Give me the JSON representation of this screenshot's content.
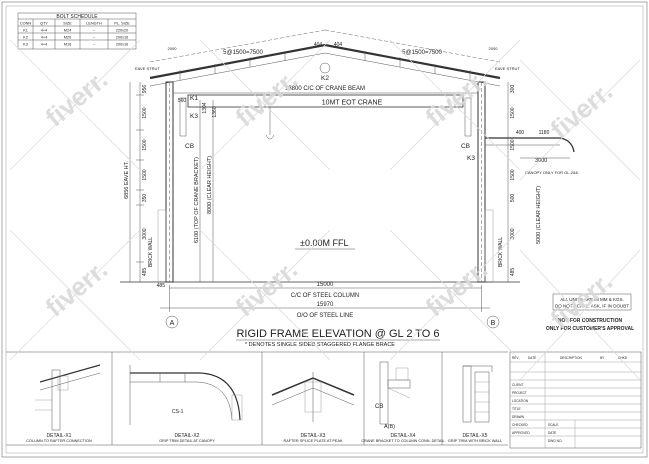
{
  "bolt_schedule": {
    "title": "BOLT SCHEDULE",
    "headers": [
      "CONN",
      "QTY",
      "SIZE",
      "LENGTH",
      "PL. SIZE"
    ],
    "rows": [
      [
        "K1",
        "4+4",
        "M24",
        "--",
        "220x20"
      ],
      [
        "K2",
        "4+4",
        "M20",
        "--",
        "200x16"
      ],
      [
        "K3",
        "4+4",
        "M16",
        "--",
        "200x16"
      ]
    ]
  },
  "elevation": {
    "purlin_left": "5@1500=7500",
    "purlin_right": "5@1500=7500",
    "ridge_dims": [
      "404",
      "404"
    ],
    "crane_beam": "13800 C/C OF CRANE BEAM",
    "crane": "10MT  EOT CRANE",
    "ffl": "±0.00M FFL",
    "span_cc": "15000",
    "span_cc_label": "C/C OF STEEL COLUMN",
    "span_oo": "15970",
    "span_oo_label": "O/O OF STEEL LINE",
    "eave_height": "6856 EAVE HT.",
    "top_bracket": "6100 (TOP OF CRANE BRACKET)",
    "clear_height_left": "8000 (CLEAR HEIGHT)",
    "clear_height_right": "5000 (CLEAR HEIGHT)",
    "brick_wall": "BRICK WALL",
    "dims_left": [
      "956",
      "1500",
      "1500",
      "1500",
      "350",
      "3000",
      "485"
    ],
    "dims_mid": [
      "560",
      "1304",
      "1360"
    ],
    "dims_right": [
      "300",
      "1500",
      "1500",
      "1500",
      "500",
      "3000",
      "485"
    ],
    "right_dims": [
      "1180",
      "400",
      "3000"
    ],
    "canopy_note": "CANOPY ONLY FOR GL-2&6",
    "bottom_485": "485",
    "conn_labels": [
      "K1",
      "K2",
      "K3",
      "K3",
      "CB",
      "CB"
    ],
    "grid_a": "A",
    "grid_b": "B",
    "col_tags": [
      "2000",
      "2000"
    ],
    "eave_strut": "EAVE STRUT"
  },
  "title": "RIGID FRAME ELEVATION @ GL 2 TO 6",
  "subtitle": "* DENOTES SINGLE SIDED STAGGERED FLANGE BRACE",
  "notes": {
    "units": "ALL UNITS ARE IN MM & KGS.",
    "scale": "DO NOT SCALE. ASK, IF IN DOUBT",
    "not_construction": "NOT FOR CONSTRUCTION",
    "approval": "ONLY FOR CUSTOMER'S APPROVAL"
  },
  "details": [
    {
      "title": "DETAIL-X1",
      "caption": "COLUMN TO RAFTER CONNECTION"
    },
    {
      "title": "DETAIL-X2",
      "caption": "GRIP TRIM DETAIL AT CANOPY"
    },
    {
      "title": "DETAIL-X3",
      "caption": "RAFTER SPLICE PLATE AT PEAK"
    },
    {
      "title": "DETAIL-X4",
      "caption": "CRANE BRACKET TO COLUMN CONN. DETAIL"
    },
    {
      "title": "DETAIL-X5",
      "caption": "GRIP TRIM WITH BRICK WALL"
    }
  ],
  "detail_labels": {
    "cb": "CB",
    "ab": "A(B)",
    "cs1": "CS-1"
  },
  "watermark": "fiverr.",
  "title_block": {
    "rows": [
      "REV",
      "DATE",
      "DESCRIPTION",
      "BY",
      "CHKD"
    ],
    "labels": [
      "CLIENT",
      "PROJECT",
      "LOCATION",
      "TITLE",
      "DRAWN",
      "CHECKED",
      "APPROVED",
      "SCALE",
      "DATE",
      "DWG NO."
    ]
  }
}
